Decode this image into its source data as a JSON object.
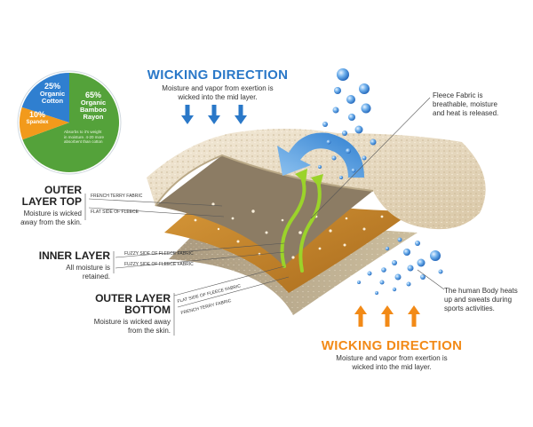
{
  "wicking_top": {
    "title": "WICKING DIRECTION",
    "subtitle_line1": "Moisture and vapor from exertion is",
    "subtitle_line2": "wicked into the mid layer."
  },
  "wicking_bottom": {
    "title": "WICKING DIRECTION",
    "subtitle_line1": "Moisture and vapor from exertion is",
    "subtitle_line2": "wicked into the mid layer."
  },
  "pie": {
    "cotton_pct": "25%",
    "cotton_line1": "Organic",
    "cotton_line2": "Cotton",
    "bamboo_pct": "65%",
    "bamboo_line1": "Organic",
    "bamboo_line2": "Bamboo",
    "bamboo_line3": "Rayon",
    "spandex_pct": "10%",
    "spandex_label": "Spandex",
    "note_line1": "Absorbs to it's weight",
    "note_line2": "in moisture. 4-20 more",
    "note_line3": "absorbent than cotton",
    "colors": {
      "cotton": "#2f7fd0",
      "bamboo": "#54a23a",
      "spandex": "#f29a1b"
    }
  },
  "fleece_note": {
    "line1": "Fleece Fabric is",
    "line2": "breathable, moisture",
    "line3": "and heat is released."
  },
  "body_note": {
    "line1": "The human Body heats",
    "line2": "up and sweats during",
    "line3": "sports activities."
  },
  "outer_top": {
    "title_line1": "OUTER",
    "title_line2": "LAYER TOP",
    "desc_line1": "Moisture is wicked",
    "desc_line2": "away from the skin.",
    "label_terry": "FRENCH TERRY FABRIC",
    "label_flat": "FLAT SIDE OF FLEECE"
  },
  "inner": {
    "title": "INNER LAYER",
    "desc_line1": "All moisture is",
    "desc_line2": "retained.",
    "label_fuzzy1": "FUZZY SIDE OF FLEECE FABRIC",
    "label_fuzzy2": "FUZZY SIDE OF FLEECE FABRIC"
  },
  "outer_bottom": {
    "title_line1": "OUTER LAYER",
    "title_line2": "BOTTOM",
    "desc_line1": "Moisture is wicked away",
    "desc_line2": "from the skin.",
    "label_flat": "FLAT SIDE OF FLEECE FABRIC",
    "label_terry": "FRENCH TERRY FABRIC"
  },
  "colors": {
    "wick_blue": "#2a78c8",
    "wick_orange": "#f28a17",
    "fleece": "#e9dcc6",
    "inner_layer": "#c98a2e",
    "vapor_green": "#9bd32a"
  }
}
